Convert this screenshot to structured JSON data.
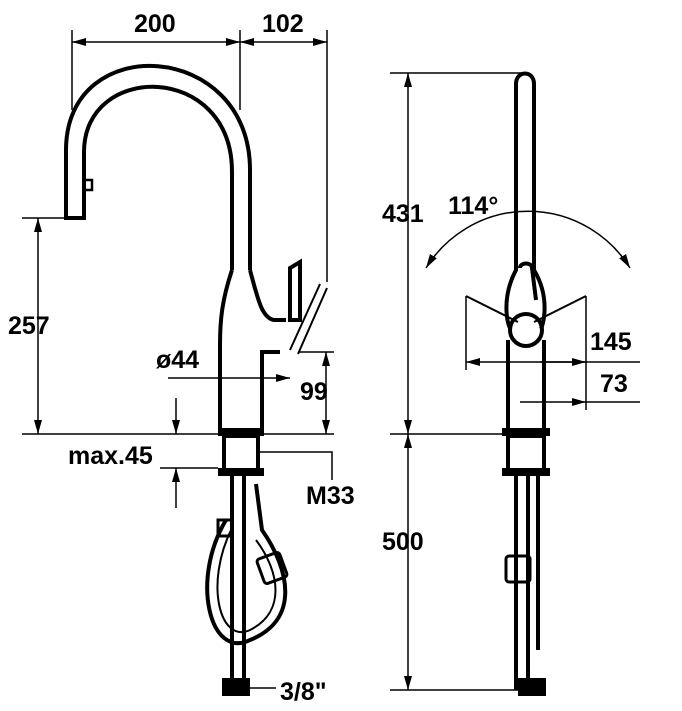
{
  "dimensions": {
    "spout_reach": "200",
    "lever_reach": "102",
    "spout_height": "257",
    "body_diameter": "ø44",
    "lever_height": "99",
    "max_deck": "max.45",
    "thread": "M33",
    "connection": "3/8\"",
    "total_height": "431",
    "lever_angle": "114°",
    "lever_width": "145",
    "side_offset": "73",
    "hose_length": "500"
  },
  "colors": {
    "ink": "#000000",
    "background": "#ffffff"
  }
}
